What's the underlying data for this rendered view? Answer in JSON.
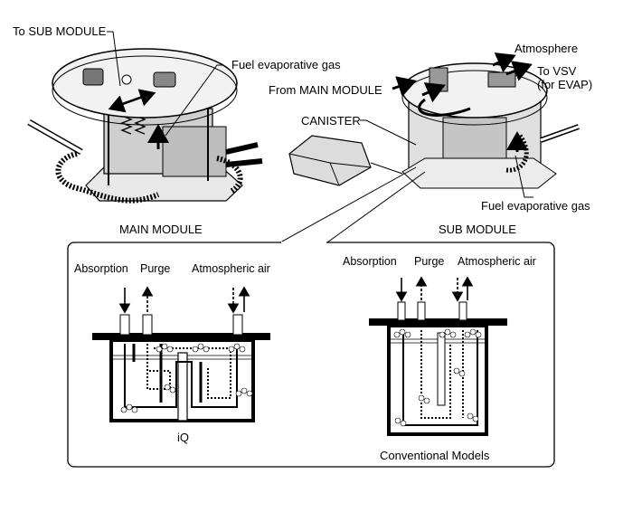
{
  "top_labels": {
    "to_sub_module": "To SUB MODULE",
    "fuel_evap_gas_main": "Fuel evaporative gas",
    "atmosphere": "Atmosphere",
    "to_vsv_line1": "To VSV",
    "to_vsv_line2": "(for EVAP)",
    "from_main_module": "From MAIN MODULE",
    "canister": "CANISTER",
    "fuel_evap_gas_sub": "Fuel evaporative gas",
    "main_module": "MAIN MODULE",
    "sub_module": "SUB MODULE"
  },
  "iq_panel": {
    "absorption": "Absorption",
    "purge": "Purge",
    "atmospheric_air": "Atmospheric air",
    "caption": "iQ"
  },
  "conventional_panel": {
    "absorption": "Absorption",
    "purge": "Purge",
    "atmospheric_air": "Atmospheric air",
    "caption": "Conventional Models"
  },
  "colors": {
    "line": "#000000",
    "background": "#ffffff",
    "shade": "#d8d8d8",
    "mid_shade": "#9a9a9a"
  }
}
